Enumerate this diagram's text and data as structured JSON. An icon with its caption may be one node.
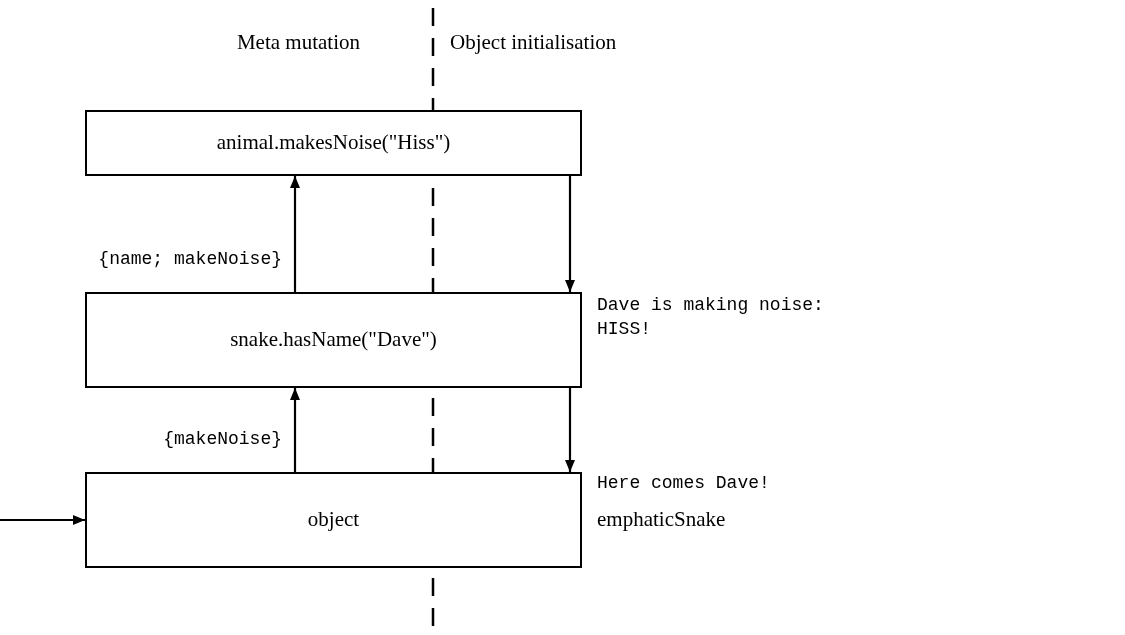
{
  "diagram": {
    "nodes": [
      {
        "text": [
          "animal.makesNoise(\"Hiss\")"
        ]
      },
      {
        "text": [
          "snake.hasName(\"Dave\")"
        ],
        "beside": [
          "Dave is making noise: HISS!"
        ]
      },
      {
        "text": [
          "object"
        ],
        "beside": [
          "Here comes Dave!",
          "emphaticSnake"
        ]
      }
    ],
    "edges": [
      {
        "from": 1,
        "to": 0,
        "arrow": "to",
        "label": "{name; makeNoise}"
      },
      {
        "from": 0,
        "to": 1,
        "arrow": "to"
      },
      {
        "from": 2,
        "to": 1,
        "arrow": "to",
        "label": "{makeNoise}"
      },
      {
        "from": 1,
        "to": 2,
        "arrow": "to"
      },
      {
        "from": null,
        "to": 2,
        "arrow": "to"
      }
    ],
    "labels": [
      "Meta mutation",
      "Object initialisation"
    ]
  }
}
